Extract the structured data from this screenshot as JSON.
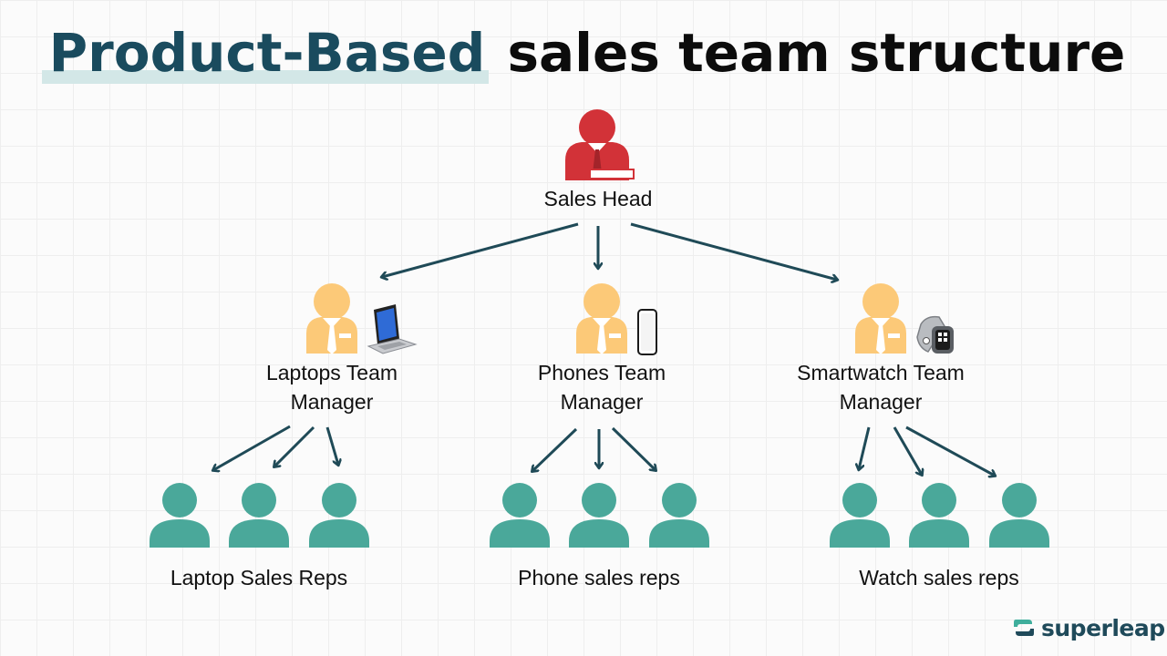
{
  "title": {
    "highlight": "Product-Based",
    "rest": "sales team structure"
  },
  "head": {
    "label": "Sales Head"
  },
  "managers": [
    {
      "label_line1": "Laptops Team",
      "label_line2": "Manager",
      "device_icon": "laptop-icon"
    },
    {
      "label_line1": "Phones Team",
      "label_line2": "Manager",
      "device_icon": "phone-icon"
    },
    {
      "label_line1": "Smartwatch Team",
      "label_line2": "Manager",
      "device_icon": "smartwatch-icon"
    }
  ],
  "rep_groups": [
    {
      "label": "Laptop Sales Reps",
      "count": 3
    },
    {
      "label": "Phone sales reps",
      "count": 3
    },
    {
      "label": "Watch sales reps",
      "count": 3
    }
  ],
  "brand": {
    "name": "superleap"
  },
  "colors": {
    "title_highlight": "#1a4b5e",
    "head_icon": "#d23238",
    "manager_icon": "#fcc978",
    "rep_icon": "#4aa89a",
    "arrow": "#1f4a57"
  }
}
